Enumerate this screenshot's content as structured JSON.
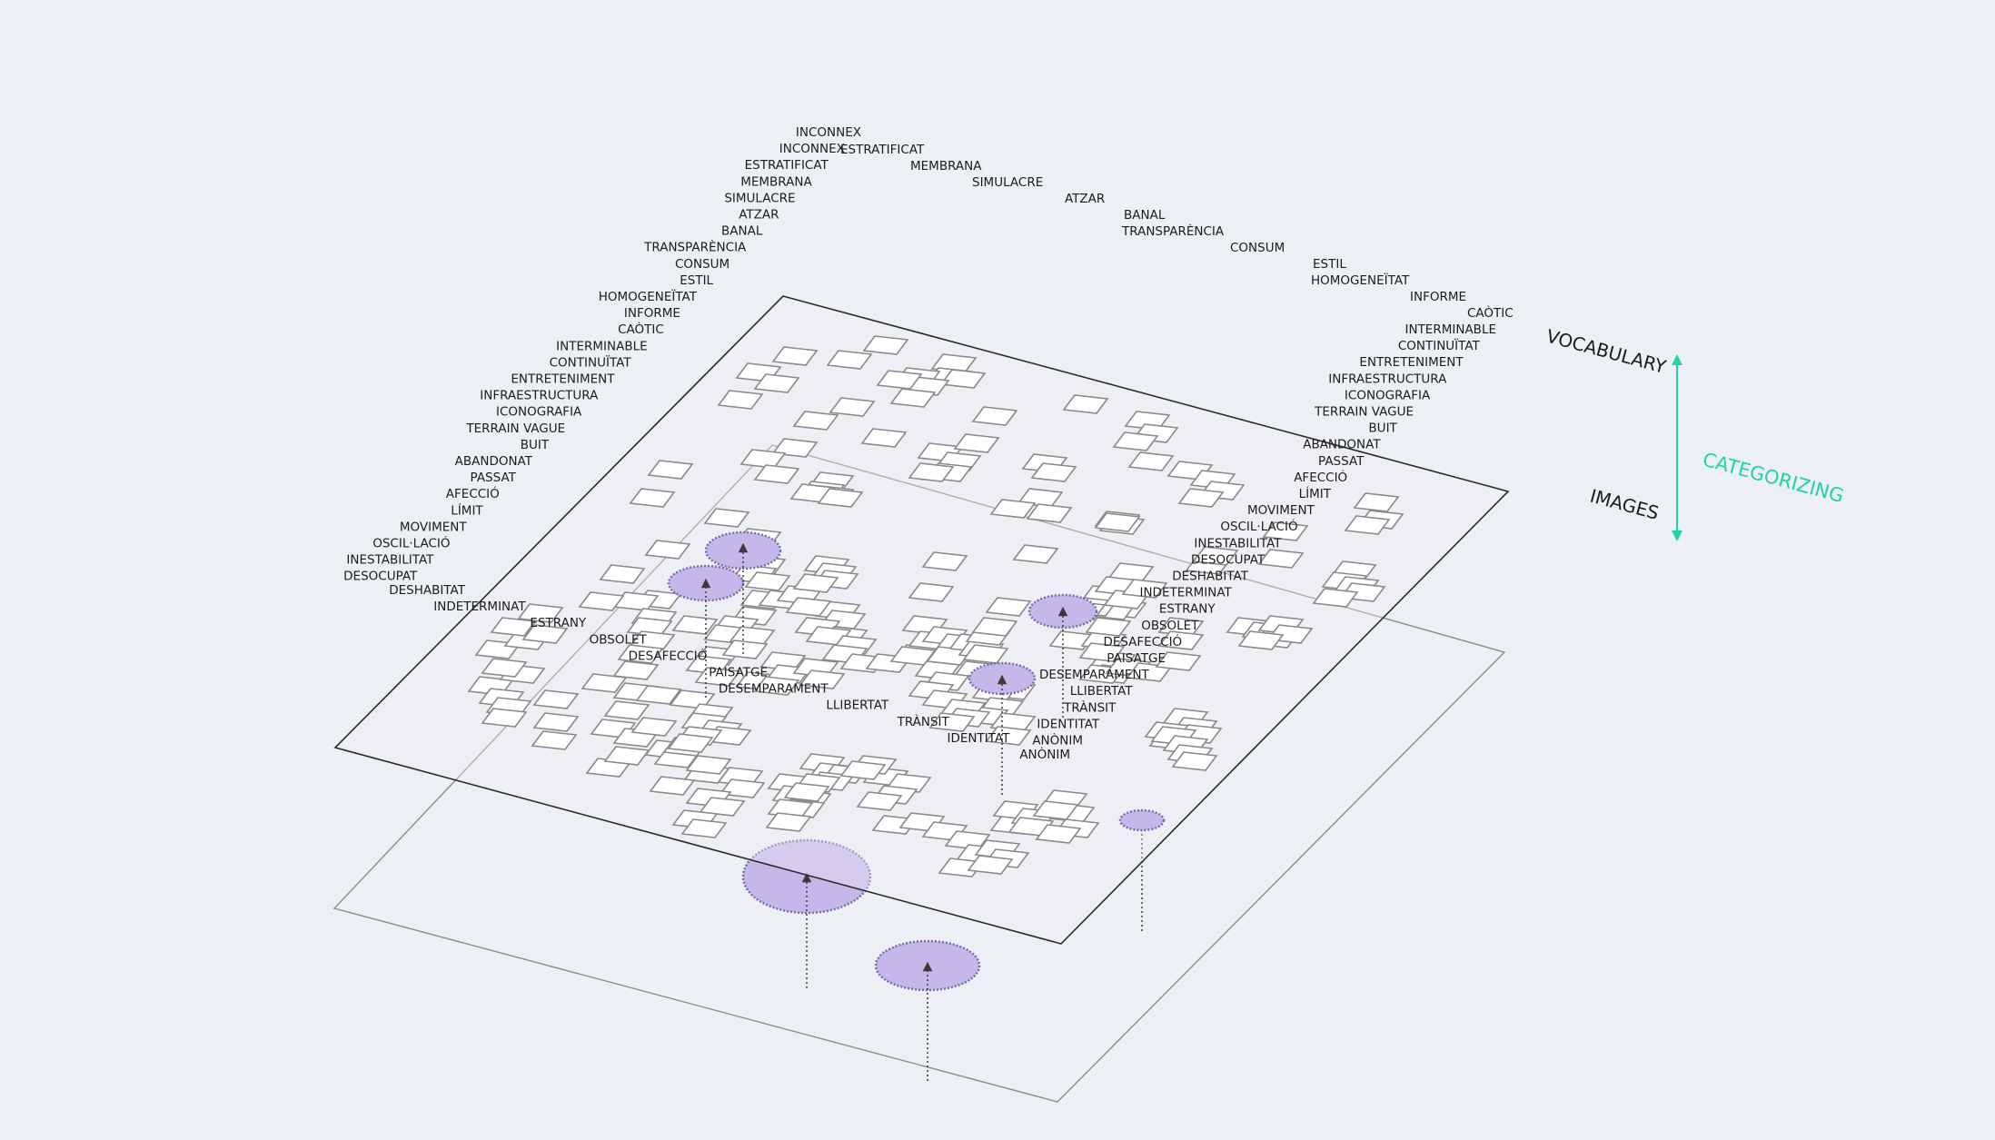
{
  "colors": {
    "background": "#eceff3",
    "plane_stroke": "#2b2b2b",
    "lower_plane_stroke": "#8c8c8c",
    "tile_fill": "#ffffff",
    "tile_stroke": "#8a8a8a",
    "blob_fill": "#c5b7ea",
    "accent": "#22d3a5"
  },
  "labels": {
    "vocabulary": "VOCABULARY",
    "images": "IMAGES",
    "categorizing": "CATEGORIZING"
  },
  "vocabulary_left": [
    "INCONNEX",
    "INCONNEX",
    "ESTRATIFICAT",
    "MEMBRANA",
    "SIMULACRE",
    "ATZAR",
    "BANAL",
    "TRANSPARÈNCIA",
    "CONSUM",
    "ESTIL",
    "HOMOGENEÏTAT",
    "INFORME",
    "CAÒTIC",
    "INTERMINABLE",
    "CONTINUÏTAT",
    "ENTRETENIMENT",
    "INFRAESTRUCTURA",
    "ICONOGRAFIA",
    "TERRAIN VAGUE",
    "BUIT",
    "ABANDONAT",
    "PASSAT",
    "AFECCIÓ",
    "LÍMIT",
    "MOVIMENT",
    "OSCIL·LACIÓ",
    "INESTABILITAT",
    "DESOCUPAT"
  ],
  "vocabulary_bottom": [
    "DESHABITAT",
    "INDETERMINAT",
    "ESTRANY",
    "OBSOLET",
    "DESAFECCIÓ",
    "PAISATGE",
    "DESEMPARAMENT",
    "LLIBERTAT",
    "TRÀNSIT",
    "IDENTITAT",
    "ANÒNIM"
  ],
  "vocabulary_top": [
    "ESTRATIFICAT",
    "MEMBRANA",
    "SIMULACRE",
    "ATZAR",
    "BANAL",
    "TRANSPARÈNCIA",
    "CONSUM",
    "ESTIL",
    "HOMOGENEÏTAT",
    "INFORME",
    "CAÒTIC"
  ],
  "vocabulary_right": [
    "INTERMINABLE",
    "CONTINUÏTAT",
    "ENTRETENIMENT",
    "INFRAESTRUCTURA",
    "ICONOGRAFIA",
    "TERRAIN VAGUE",
    "BUIT",
    "ABANDONAT",
    "PASSAT",
    "AFECCIÓ",
    "LÍMIT",
    "MOVIMENT",
    "OSCIL·LACIÓ",
    "INESTABILITAT",
    "DESOCUPAT",
    "DESHABITAT",
    "INDETERMINAT",
    "ESTRANY",
    "OBSOLET",
    "DESAFECCIÓ",
    "PAISATGE",
    "DESEMPARAMENT",
    "LLIBERTAT",
    "TRÀNSIT",
    "IDENTITAT",
    "ANÒNIM"
  ]
}
